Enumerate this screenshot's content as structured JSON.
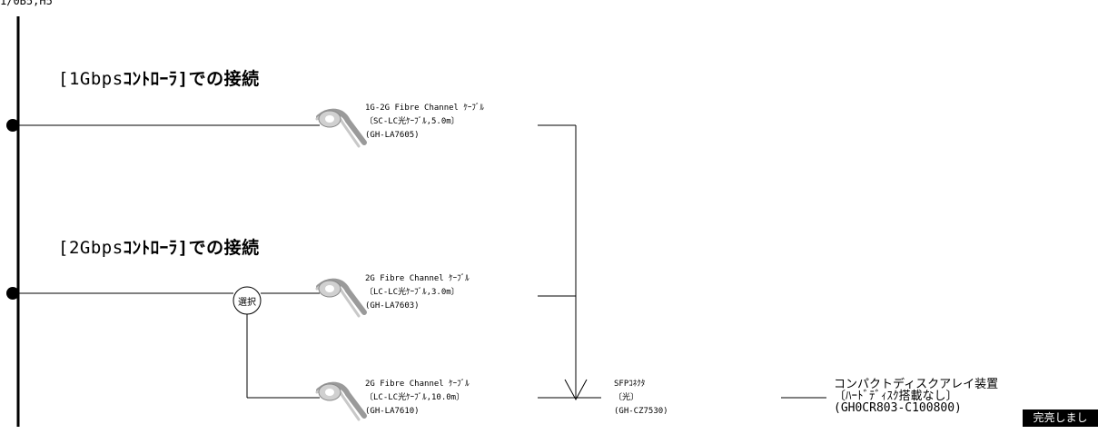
{
  "top_label": "1/0B5,H5",
  "sections": [
    {
      "prefix": "[1Gbps",
      "bold": "ｺﾝﾄﾛｰﾗ",
      "suffix": "]での接続"
    },
    {
      "prefix": "[2Gbps",
      "bold": "ｺﾝﾄﾛｰﾗ",
      "suffix": "]での接続"
    }
  ],
  "select_label": "選択",
  "cables": [
    {
      "line1": "1G-2G Fibre Channel ｹｰﾌﾞﾙ",
      "line2": "〔SC-LC光ｹｰﾌﾞﾙ,5.0m〕",
      "line3": "(GH-LA7605)"
    },
    {
      "line1": "2G Fibre Channel ｹｰﾌﾞﾙ",
      "line2": "〔LC-LC光ｹｰﾌﾞﾙ,3.0m〕",
      "line3": "(GH-LA7603)"
    },
    {
      "line1": "2G Fibre Channel ｹｰﾌﾞﾙ",
      "line2": "〔LC-LC光ｹｰﾌﾞﾙ,10.0m〕",
      "line3": "(GH-LA7610)"
    }
  ],
  "connector": {
    "line1": "SFPｺﾈｸﾀ",
    "line2": "〔光〕",
    "line3": "(GH-CZ7530)"
  },
  "device": {
    "line1": "コンパクトディスクアレイ装置",
    "line2": "〔ﾊｰﾄﾞﾃﾞｨｽｸ搭載なし〕",
    "line3": "(GH0CR803-C100800)"
  },
  "status_text": "完亮しました。"
}
